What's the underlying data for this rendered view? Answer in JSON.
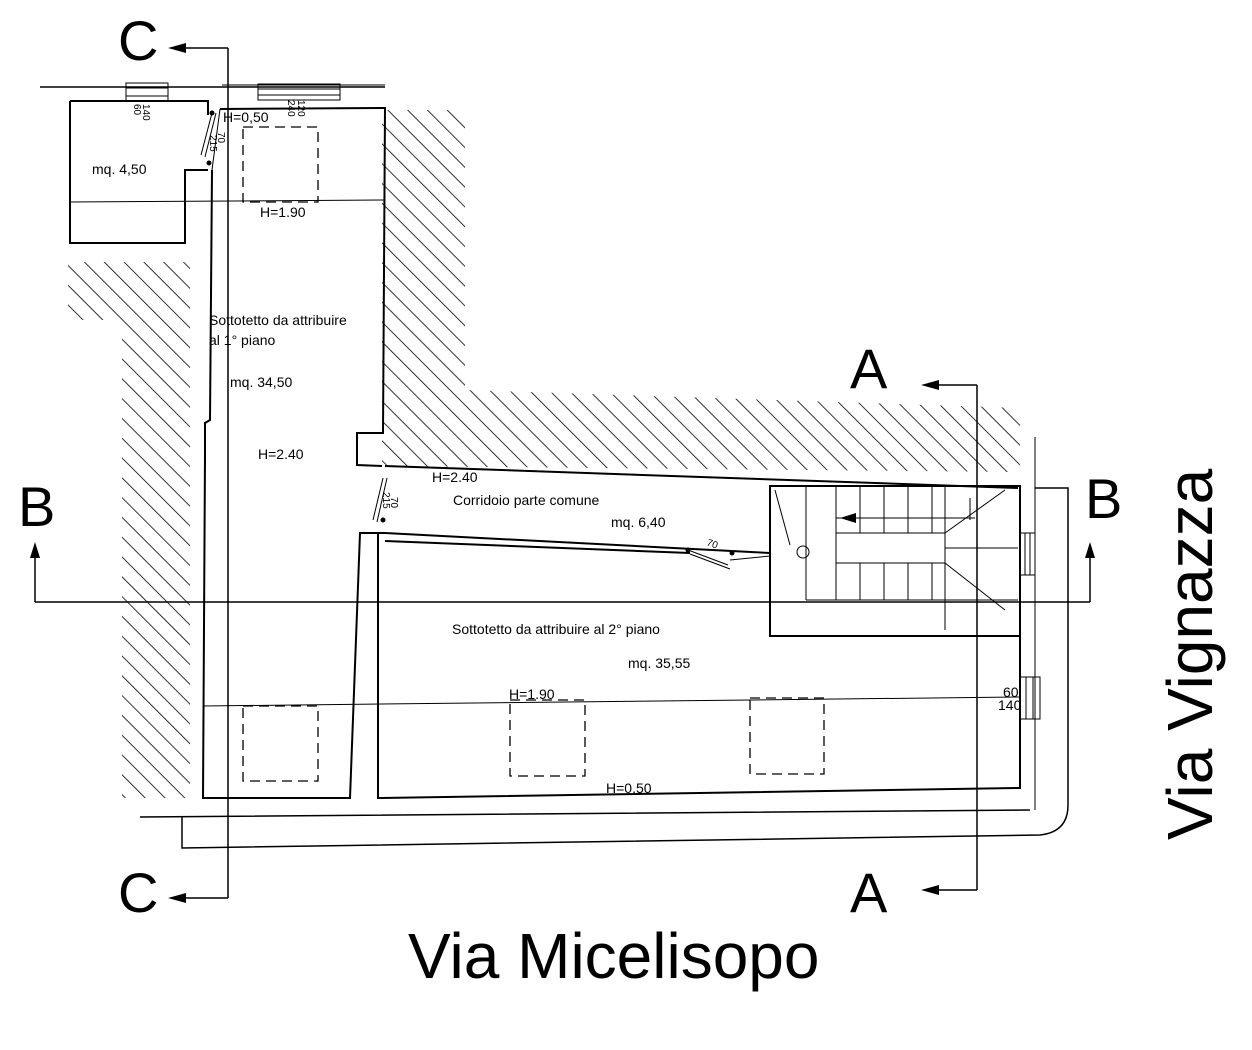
{
  "sections": {
    "c_top": "C",
    "c_bottom": "C",
    "a_top": "A",
    "a_bottom": "A",
    "b_left": "B",
    "b_right": "B"
  },
  "streets": {
    "bottom": "Via Micelisopo",
    "right": "Via Vignazza"
  },
  "rooms": {
    "small_area": "mq. 4,50",
    "first_floor_title_1": "Sottotetto da attribuire",
    "first_floor_title_2": "al 1° piano",
    "first_floor_area": "mq. 34,50",
    "first_floor_height": "H=2.40",
    "top_height_low": "H=0,50",
    "top_height_mid": "H=1.90",
    "corridor_height": "H=2.40",
    "corridor_title": "Corridoio parte comune",
    "corridor_area": "mq. 6,40",
    "second_floor_title": "Sottotetto da attribuire al 2° piano",
    "second_floor_area": "mq. 35,55",
    "second_floor_height_mid": "H=1.90",
    "second_floor_height_low": "H=0,50"
  },
  "dimensions": {
    "win_top_left_a": "140",
    "win_top_left_b": "60",
    "win_top_mid_a": "120",
    "win_top_mid_b": "240",
    "door_top_a": "215",
    "door_top_b": "70",
    "door_corr_a": "215",
    "door_corr_b": "70",
    "door_mid": "70",
    "win_right_a": "60",
    "win_right_b": "140"
  }
}
